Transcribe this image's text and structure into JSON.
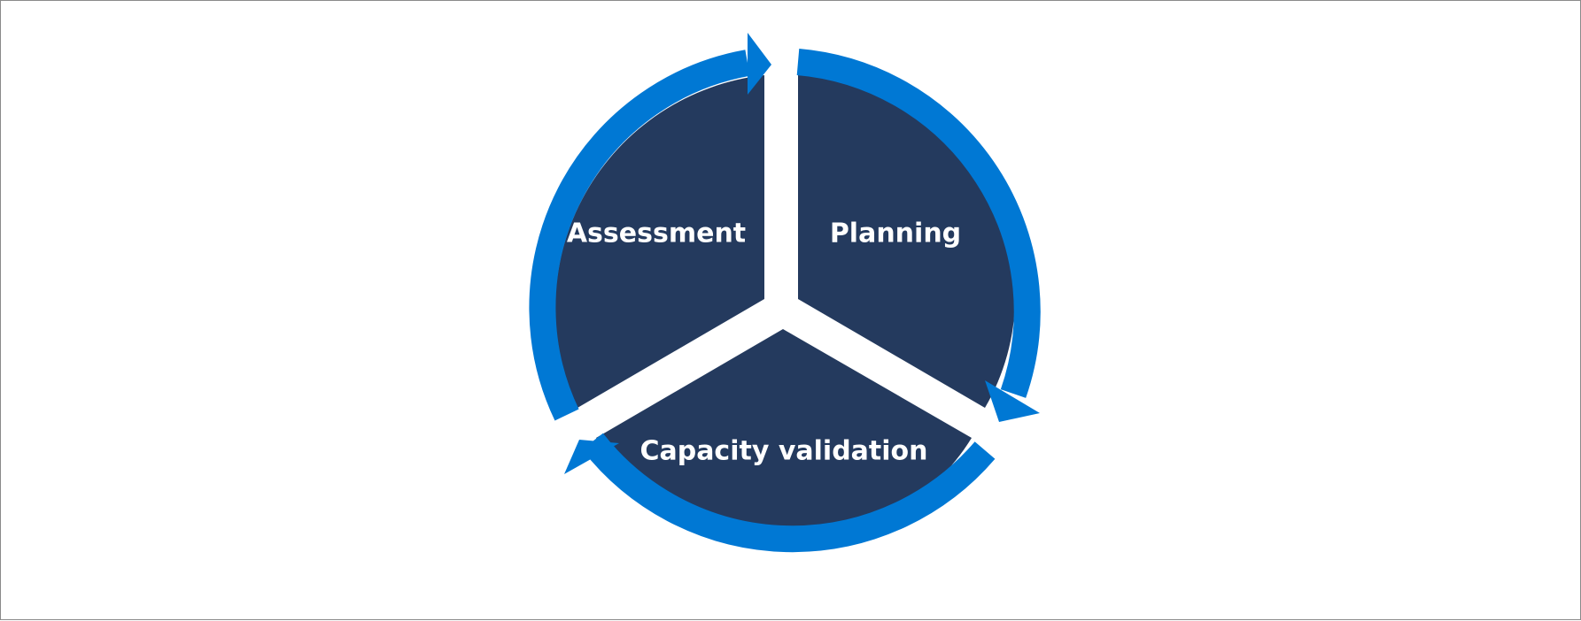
{
  "diagram": {
    "type": "cycle",
    "segments": [
      {
        "label": "Assessment"
      },
      {
        "label": "Planning"
      },
      {
        "label": "Capacity validation"
      }
    ]
  },
  "colors": {
    "segment_fill": "#243a5e",
    "arrow": "#0078d4",
    "label_text": "#ffffff",
    "border": "#8a8a8a",
    "background": "#ffffff"
  }
}
